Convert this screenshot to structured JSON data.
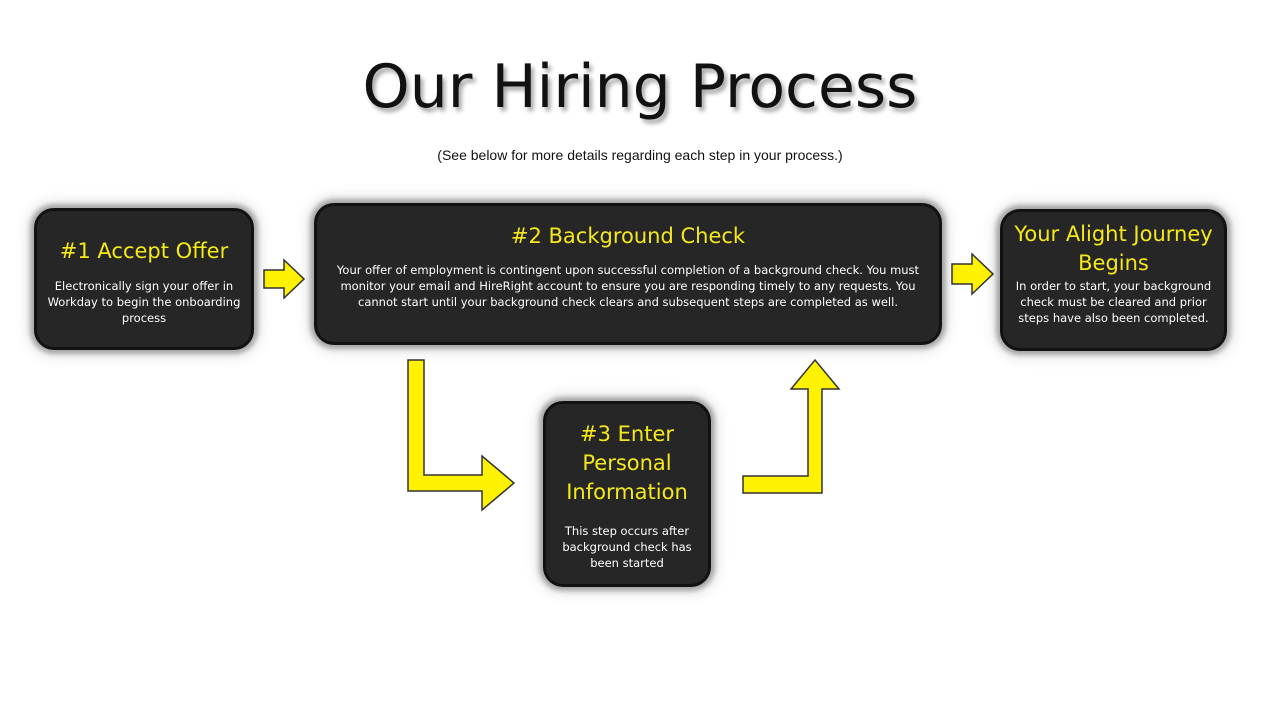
{
  "title": "Our Hiring Process",
  "subtitle": "(See below for more details regarding each step in your process.)",
  "steps": [
    {
      "title": "#1 Accept Offer",
      "body": "Electronically sign your offer in Workday to begin the onboarding process"
    },
    {
      "title": "#2 Background Check",
      "body": "Your offer of employment is contingent upon successful completion of a background check. You must monitor your email and HireRight account to ensure you are responding timely to any requests. You cannot start until your background check clears and subsequent steps are completed as well."
    },
    {
      "title": "#3 Enter Personal Information",
      "body": "This step occurs after background check has been started"
    },
    {
      "title": "Your Alight Journey Begins",
      "body": "In order to start, your background check must be cleared and prior steps have also been completed."
    }
  ],
  "colors": {
    "box_background": "#262626",
    "title_text": "#f5e91a",
    "body_text": "#ffffff",
    "arrow_fill": "#fff200"
  }
}
